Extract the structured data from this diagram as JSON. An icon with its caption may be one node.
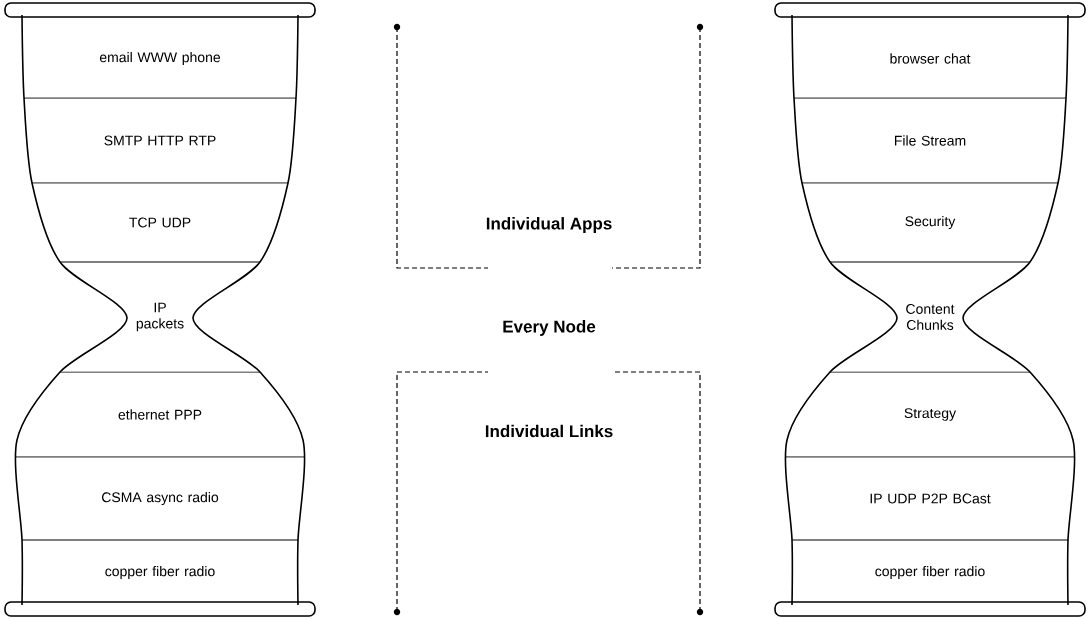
{
  "diagram": {
    "nodes": [
      {
        "text": [
          "email WWW phone"
        ]
      },
      {
        "text": [
          "SMTP  HTTP  RTP"
        ]
      },
      {
        "text": [
          "TCP   UDP"
        ]
      },
      {
        "text": [
          "IP packets"
        ]
      },
      {
        "text": [
          "ethernet  PPP"
        ]
      },
      {
        "text": [
          "CSMA  async  radio"
        ]
      },
      {
        "text": [
          "copper  fiber  radio"
        ]
      },
      {
        "text": [
          "browser chat"
        ]
      },
      {
        "text": [
          "File Stream"
        ]
      },
      {
        "text": [
          "Security"
        ]
      },
      {
        "text": [
          "Content Chunks"
        ]
      },
      {
        "text": [
          "Strategy"
        ]
      },
      {
        "text": [
          "IP  UDP  P2P  BCast"
        ]
      },
      {
        "text": [
          "copper  fiber  radio"
        ]
      }
    ],
    "labels": [
      "Individual Apps",
      "Every Node",
      "Individual Links"
    ]
  }
}
